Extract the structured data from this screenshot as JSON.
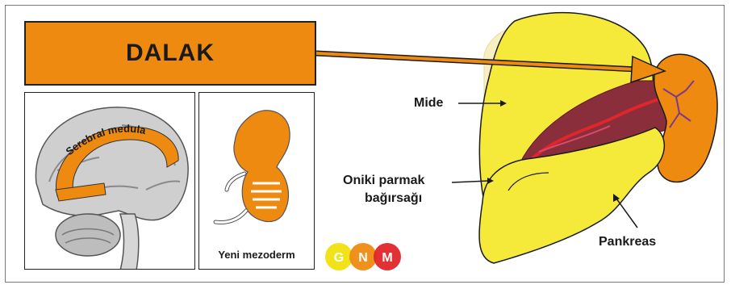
{
  "title": "DALAK",
  "brain_panel": {
    "arc_label": "Serebral medula"
  },
  "embryo_panel": {
    "caption": "Yeni mezoderm"
  },
  "labels": {
    "mide": "Mide",
    "duodenum_line1": "Oniki parmak",
    "duodenum_line2": "bağırsağı",
    "pankreas": "Pankreas"
  },
  "logo": {
    "letters": [
      "G",
      "N",
      "M"
    ],
    "colors": [
      "#f2e21a",
      "#ef8a11",
      "#e0262a"
    ]
  },
  "colors": {
    "accent": "#ef8a11",
    "stomach": "#f5ea3a",
    "spleen": "#ef8a11"
  }
}
